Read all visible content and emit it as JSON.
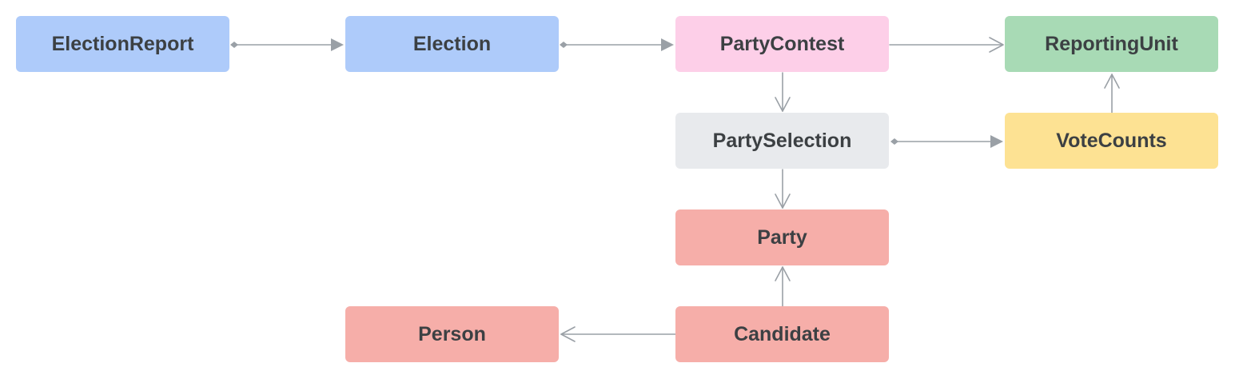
{
  "colors": {
    "blue": "#aecbfa",
    "pink": "#fdcfe8",
    "green": "#a8dab5",
    "gray": "#e8eaed",
    "yellow": "#fde293",
    "red": "#f6aea9",
    "edge": "#9aa0a6",
    "text": "#3c4043"
  },
  "nodes": [
    {
      "id": "electionreport",
      "label": "ElectionReport",
      "color": "blue"
    },
    {
      "id": "election",
      "label": "Election",
      "color": "blue"
    },
    {
      "id": "partycontest",
      "label": "PartyContest",
      "color": "pink"
    },
    {
      "id": "reportingunit",
      "label": "ReportingUnit",
      "color": "green"
    },
    {
      "id": "partyselection",
      "label": "PartySelection",
      "color": "gray"
    },
    {
      "id": "votecounts",
      "label": "VoteCounts",
      "color": "yellow"
    },
    {
      "id": "party",
      "label": "Party",
      "color": "red"
    },
    {
      "id": "person",
      "label": "Person",
      "color": "red"
    },
    {
      "id": "candidate",
      "label": "Candidate",
      "color": "red"
    }
  ],
  "edges": [
    {
      "from": "electionreport",
      "to": "election",
      "type": "composition"
    },
    {
      "from": "election",
      "to": "partycontest",
      "type": "composition"
    },
    {
      "from": "partycontest",
      "to": "reportingunit",
      "type": "association"
    },
    {
      "from": "partycontest",
      "to": "partyselection",
      "type": "association"
    },
    {
      "from": "partyselection",
      "to": "votecounts",
      "type": "composition"
    },
    {
      "from": "votecounts",
      "to": "reportingunit",
      "type": "association"
    },
    {
      "from": "partyselection",
      "to": "party",
      "type": "association"
    },
    {
      "from": "candidate",
      "to": "party",
      "type": "association"
    },
    {
      "from": "candidate",
      "to": "person",
      "type": "association"
    }
  ]
}
